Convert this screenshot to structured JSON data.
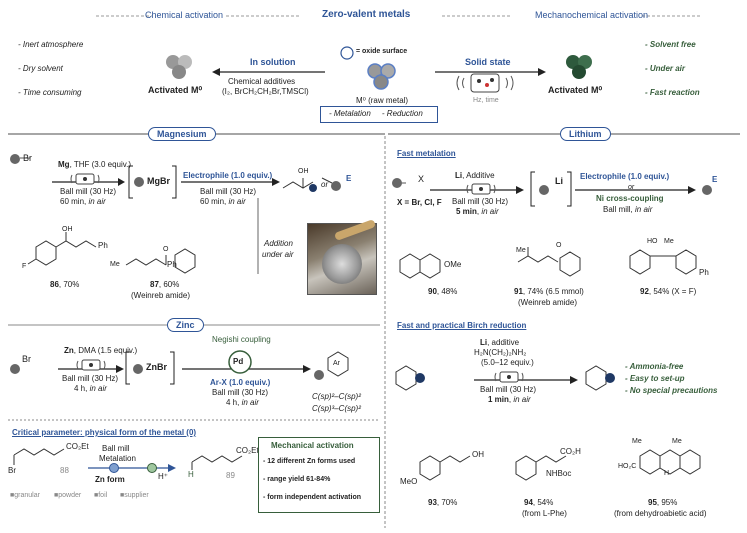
{
  "header": {
    "left": "Chemical activation",
    "title": "Zero-valent metals",
    "right": "Mechanochemical activation"
  },
  "top": {
    "left_conditions": [
      "- Inert atmosphere",
      "- Dry solvent",
      "- Time consuming"
    ],
    "activated_left": "Activated M⁰",
    "solution_label": "In solution",
    "chem_additives": "Chemical additives",
    "chem_additives_list": "(I₂, BrCH₂CH₂Br,TMSCl)",
    "oxide_legend": "= oxide surface",
    "raw_metal": "M⁰ (raw metal)",
    "solid_state": "Solid state",
    "hz_time": "Hz, time",
    "activated_right": "Activated M⁰",
    "right_conditions": [
      "- Solvent free",
      "- Under air",
      "- Fast reaction"
    ],
    "metalation_box": "- Metalation     - Reduction"
  },
  "magnesium": {
    "title": "Magnesium",
    "br": "Br",
    "reagent_bold": "Mg",
    "reagent": ", THF (3.0 equiv.)",
    "cond1": "Ball mill (30 Hz)",
    "cond2": "60 min, ",
    "cond2_it": "in air",
    "product": "MgBr",
    "electrophile": "Electrophile (1.0 equiv.)",
    "e_cond1": "Ball mill (30 Hz)",
    "e_cond2": "60 min, ",
    "e_cond2_it": "in air",
    "oh": "OH",
    "or": "or",
    "e": "E",
    "addition": "Addition",
    "under_air": "under air",
    "cmpd86_f": "F",
    "cmpd86_oh": "OH",
    "cmpd86_ph": "Ph",
    "cmpd86_label": "86",
    "cmpd86_yield": ", 70%",
    "cmpd87_me": "Me",
    "cmpd87_o": "O",
    "cmpd87_ph": "Ph",
    "cmpd87_label": "87",
    "cmpd87_yield": ", 60%",
    "cmpd87_note": "(Weinreb amide)"
  },
  "zinc": {
    "title": "Zinc",
    "br": "Br",
    "reagent_bold": "Zn",
    "reagent": ", DMA (1.5 equiv.)",
    "cond1": "Ball mill (30 Hz)",
    "cond2": "4 h, ",
    "cond2_it": "in air",
    "product": "ZnBr",
    "negishi": "Negishi coupling",
    "pd": "Pd",
    "arx": "Ar-X (1.0 equiv.)",
    "c_cond1": "Ball mill (30 Hz)",
    "c_cond2": "4 h, ",
    "c_cond2_it": "in air",
    "ar": "Ar",
    "bond1": "C(sp)²–C(sp)²",
    "bond2": "C(sp)³–C(sp)²"
  },
  "critical": {
    "title": "Critical parameter: physical form of the metal (0)",
    "co2et": "CO₂Et",
    "br": "Br",
    "n88": "88",
    "ballmill": "Ball mill",
    "metalation": "Metalation",
    "zn_form": "Zn form",
    "hplus": "H⁺",
    "co2et2": "CO₂Et",
    "h": "H",
    "n89": "89",
    "legend": [
      "granular",
      "powder",
      "foil",
      "supplier"
    ],
    "mech_title": "Mechanical activation",
    "mech_items": [
      "- 12 different Zn forms used",
      "- range yield 61-84%",
      "- form independent activation"
    ]
  },
  "lithium": {
    "title": "Lithium",
    "fast_met": "Fast metalation",
    "x": "X",
    "x_def": "X = Br, Cl, F",
    "reagent_bold": "Li",
    "reagent": ", Additive",
    "cond1": "Ball mill (30 Hz)",
    "cond2_b": "5 min",
    "cond2": ", ",
    "cond2_it": "in air",
    "product": "Li",
    "electrophile": "Electrophile (1.0 equiv.)",
    "or": "or",
    "ni": "Ni cross-coupling",
    "ni_cond": "Ball mill, ",
    "ni_cond_it": "in air",
    "e": "E",
    "cmpd90_ome": "OMe",
    "cmpd90_label": "90",
    "cmpd90_yield": ", 48%",
    "cmpd91_me": "Me",
    "cmpd91_o": "O",
    "cmpd91_label": "91",
    "cmpd91_yield": ", 74% (6.5 mmol)",
    "cmpd91_note": "(Weinreb amide)",
    "cmpd92_ho": "HO",
    "cmpd92_me": "Me",
    "cmpd92_ph": "Ph",
    "cmpd92_label": "92",
    "cmpd92_yield": ", 54% (X = F)"
  },
  "birch": {
    "title": "Fast and practical Birch reduction",
    "li_bold": "Li",
    "li": ", additive",
    "amine": "H₂N(CH₂)₂NH₂",
    "equiv": "(5.0–12 equiv.)",
    "cond1": "Ball mill (30 Hz)",
    "cond2_b": "1 min",
    "cond2": ", ",
    "cond2_it": "in air",
    "features": [
      "- Ammonia-free",
      "- Easy to set-up",
      "- No special precautions"
    ],
    "cmpd93_meo": "MeO",
    "cmpd93_oh": "OH",
    "cmpd93_label": "93",
    "cmpd93_yield": ", 70%",
    "cmpd94_co2h": "CO₂H",
    "cmpd94_nhboc": "NHBoc",
    "cmpd94_label": "94",
    "cmpd94_yield": ", 54%",
    "cmpd94_note": "(from L-Phe)",
    "cmpd95_me1": "Me",
    "cmpd95_me2": "Me",
    "cmpd95_co2h": "HO₂C",
    "cmpd95_h": "H",
    "cmpd95_label": "95",
    "cmpd95_yield": ", 95%",
    "cmpd95_note": "(from dehydroabietic acid)"
  },
  "colors": {
    "blue": "#2f5597",
    "green": "#375e3b",
    "gray": "#888888",
    "dark": "#333333"
  }
}
